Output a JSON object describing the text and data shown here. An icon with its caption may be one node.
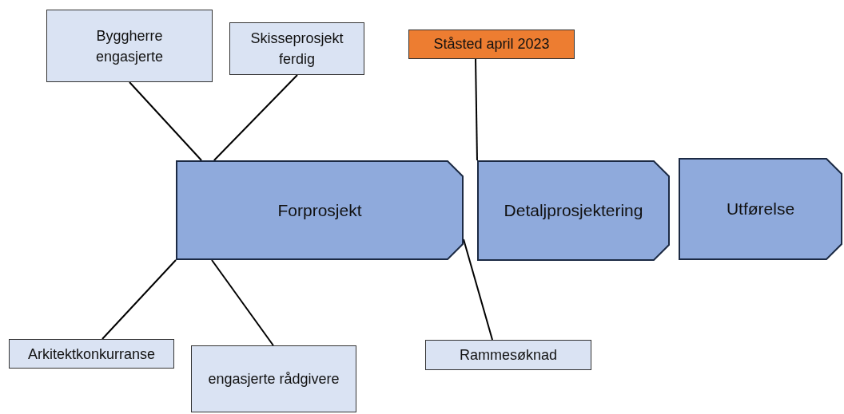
{
  "diagram": {
    "nodes": [
      {
        "text": [
          "Byggherre engasjerte"
        ]
      },
      {
        "text": [
          "Skisseprosjekt ferdig"
        ]
      },
      {
        "text": [
          "Ståsted april 2023"
        ]
      },
      {
        "text": [
          "Forprosjekt"
        ]
      },
      {
        "text": [
          "Detaljprosjektering"
        ]
      },
      {
        "text": [
          "Utførelse"
        ]
      },
      {
        "text": [
          "Arkitektkonkurranse"
        ]
      },
      {
        "text": [
          "engasjerte rådgivere"
        ]
      },
      {
        "text": [
          "Rammesøknad"
        ]
      }
    ],
    "edges": [
      {
        "from": 0,
        "to": 3,
        "arrow": "none"
      },
      {
        "from": 1,
        "to": 3,
        "arrow": "none"
      },
      {
        "from": 2,
        "to": 4,
        "arrow": "none"
      },
      {
        "from": 3,
        "to": 6,
        "arrow": "none"
      },
      {
        "from": 3,
        "to": 7,
        "arrow": "none"
      },
      {
        "from": 3,
        "to": 8,
        "arrow": "none"
      }
    ]
  }
}
